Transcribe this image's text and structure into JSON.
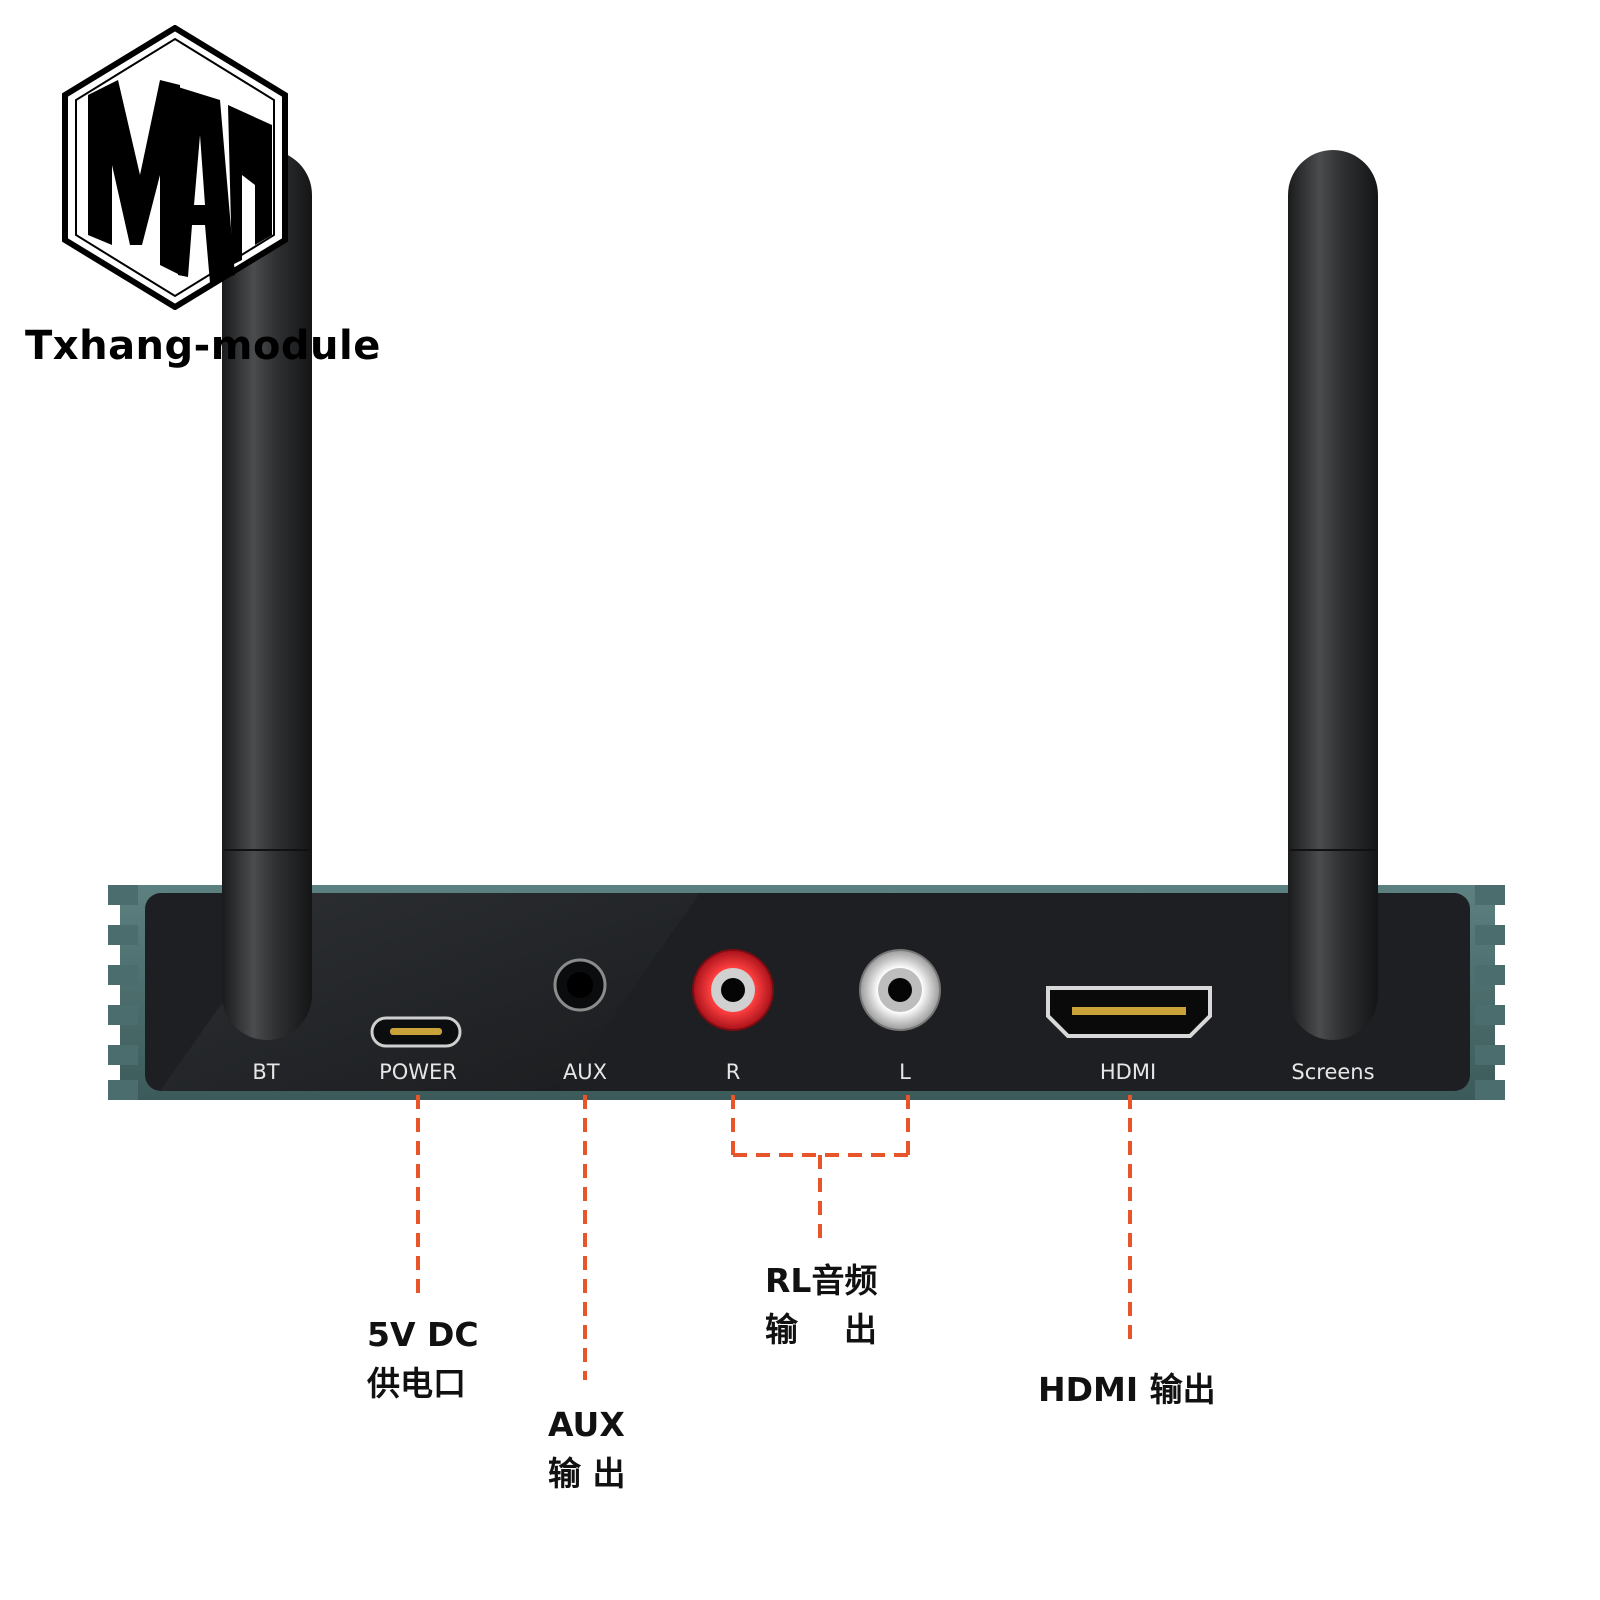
{
  "brand": {
    "logo_text": "MAY",
    "name": "Txhang-module"
  },
  "device": {
    "colors": {
      "body": "#1e2124",
      "frame": "#4b6d6d",
      "antenna": "#2b2d2f",
      "callout_line": "#e8552b",
      "rca_red": "#d82028"
    },
    "port_labels": {
      "bt": "BT",
      "power": "POWER",
      "aux": "AUX",
      "r": "R",
      "l": "L",
      "hdmi": "HDMI",
      "screens": "Screens"
    }
  },
  "callouts": {
    "power": {
      "line1": "5V DC",
      "line2": "供电口"
    },
    "aux": {
      "line1": "AUX",
      "line2": "输 出"
    },
    "rl": {
      "line1": "RL音频",
      "line2": "输    出"
    },
    "hdmi": {
      "line1": "HDMI 输出"
    }
  }
}
